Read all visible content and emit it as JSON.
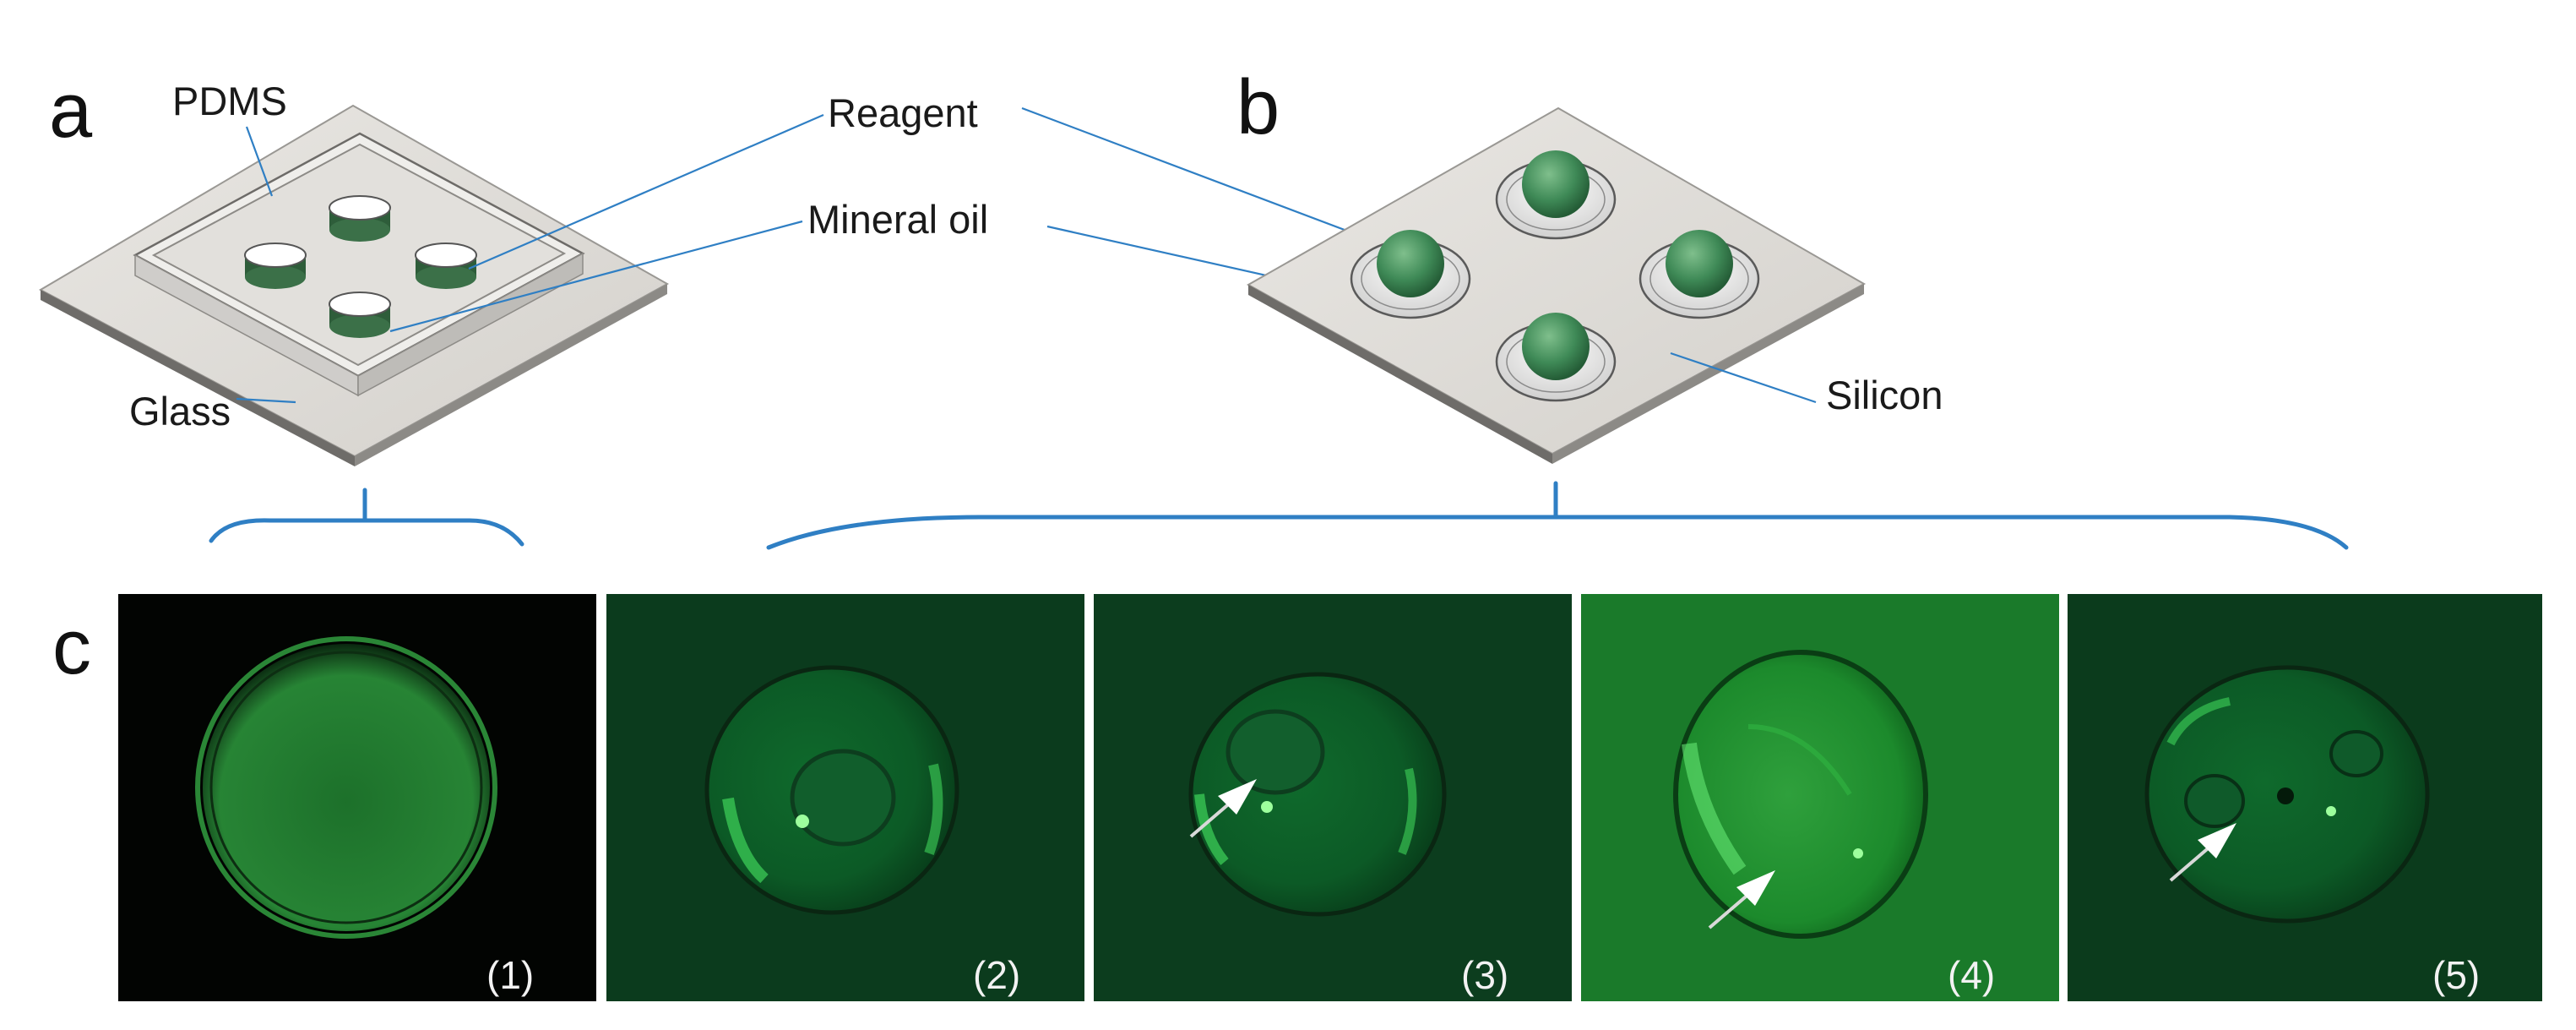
{
  "panels": {
    "a": "a",
    "b": "b",
    "c": "c"
  },
  "labels": {
    "pdms": "PDMS",
    "reagent": "Reagent",
    "mineral_oil": "Mineral oil",
    "glass": "Glass",
    "silicon": "Silicon"
  },
  "photos": [
    {
      "caption": "(1)"
    },
    {
      "caption": "(2)"
    },
    {
      "caption": "(3)"
    },
    {
      "caption": "(4)"
    },
    {
      "caption": "(5)"
    }
  ],
  "colors": {
    "leader_line": "#2f7fc4",
    "droplet_green": "#3f8a57",
    "photo_green": "#0a4a22",
    "chip_gray": "#dcdad6"
  }
}
